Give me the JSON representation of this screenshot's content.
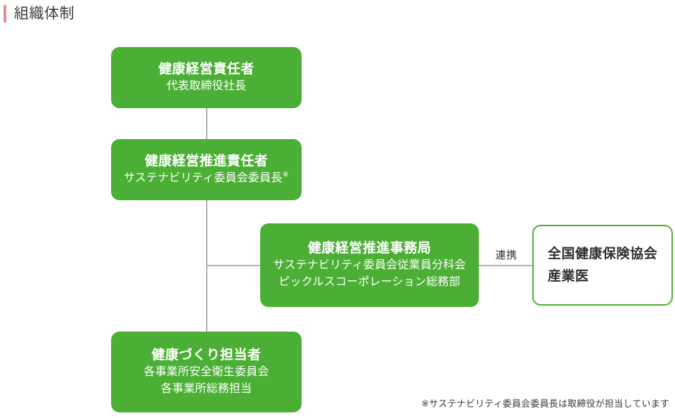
{
  "page": {
    "title": "組織体制",
    "accent_color": "#ea8b95",
    "brand_green": "#4caf35",
    "connector_color": "#b0b0b0"
  },
  "chart_data": {
    "type": "diagram",
    "title": "組織体制",
    "nodes": [
      {
        "id": "chief",
        "title": "健康経営責任者",
        "lines": [
          "代表取締役社長"
        ],
        "style": "green"
      },
      {
        "id": "promoter",
        "title": "健康経営推進責任者",
        "lines": [
          "サステナビリティ委員会委員長"
        ],
        "note_mark": "※",
        "style": "green"
      },
      {
        "id": "office",
        "title": "健康経営推進事務局",
        "lines": [
          "サステナビリティ委員会従業員分科会",
          "ピックルスコーポレーション総務部"
        ],
        "style": "green"
      },
      {
        "id": "insurance",
        "title": "全国健康保険協会",
        "lines": [
          "産業医"
        ],
        "style": "outline"
      },
      {
        "id": "healthmaker",
        "title": "健康づくり担当者",
        "lines": [
          "各事業所安全衛生委員会",
          "各事業所総務担当"
        ],
        "style": "green"
      }
    ],
    "edges": [
      {
        "from": "chief",
        "to": "promoter",
        "label": ""
      },
      {
        "from": "promoter",
        "to": "office",
        "label": ""
      },
      {
        "from": "promoter",
        "to": "healthmaker",
        "label": ""
      },
      {
        "from": "office",
        "to": "insurance",
        "label": "連携"
      }
    ]
  },
  "footnote": "※サステナビリティ委員会委員長は取締役が担当しています"
}
